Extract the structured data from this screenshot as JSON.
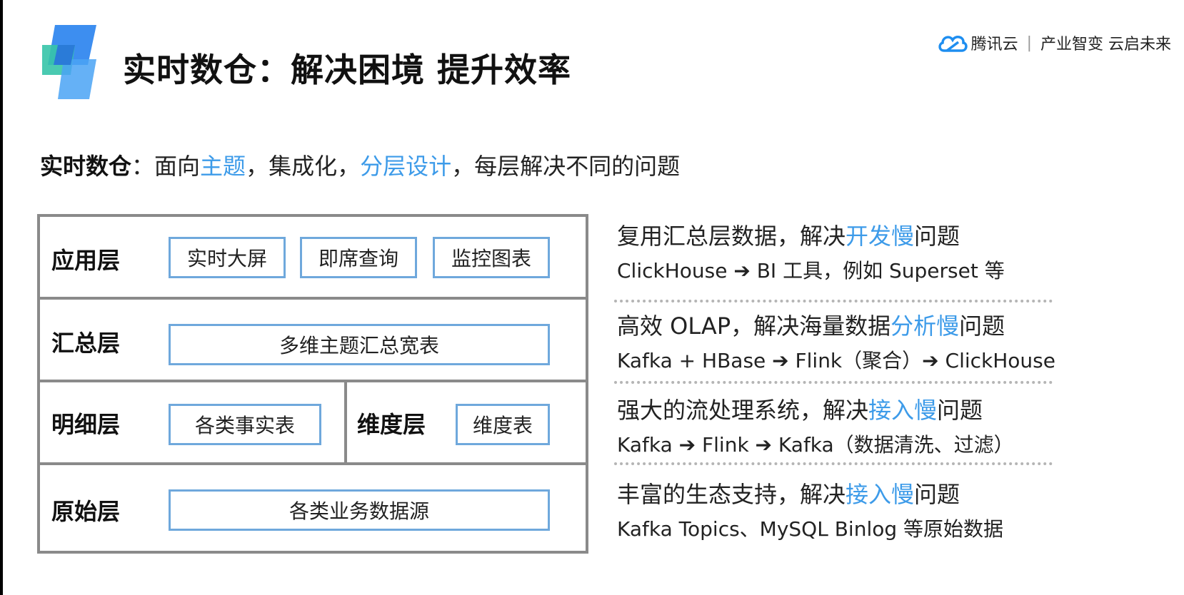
{
  "header": {
    "title": "实时数仓：解决困境 提升效率",
    "brand_name": "腾讯云",
    "brand_slogan": "产业智变 云启未来",
    "logo_icon": "tencent-cloud-icon"
  },
  "subtitle": {
    "strong": "实时数仓",
    "colon": "：",
    "part1": "面向",
    "hl1": "主题",
    "part2": "，集成化，",
    "hl2": "分层设计",
    "part3": "，每层解决不同的问题"
  },
  "diagram": {
    "app_layer": {
      "label": "应用层",
      "boxes": [
        "实时大屏",
        "即席查询",
        "监控图表"
      ]
    },
    "summary_layer": {
      "label": "汇总层",
      "box": "多维主题汇总宽表"
    },
    "detail_layer": {
      "label": "明细层",
      "box": "各类事实表"
    },
    "dim_layer": {
      "label": "维度层",
      "box": "维度表"
    },
    "raw_layer": {
      "label": "原始层",
      "box": "各类业务数据源"
    }
  },
  "descriptions": [
    {
      "pre": "复用汇总层数据，解决",
      "hl": "开发慢",
      "post": "问题",
      "detail": "ClickHouse ➔ BI 工具，例如 Superset 等"
    },
    {
      "pre": "高效 OLAP，解决海量数据",
      "hl": "分析慢",
      "post": "问题",
      "detail": "Kafka + HBase ➔ Flink（聚合）➔ ClickHouse"
    },
    {
      "pre": "强大的流处理系统，解决",
      "hl": "接入慢",
      "post": "问题",
      "detail": "Kafka ➔ Flink ➔ Kafka（数据清洗、过滤）"
    },
    {
      "pre": "丰富的生态支持，解决",
      "hl": "接入慢",
      "post": "问题",
      "detail": "Kafka Topics、MySQL Binlog 等原始数据"
    }
  ],
  "colors": {
    "accent": "#3d9be9",
    "box_border": "#6fa8dc",
    "layer_border": "#8a8a8a"
  }
}
